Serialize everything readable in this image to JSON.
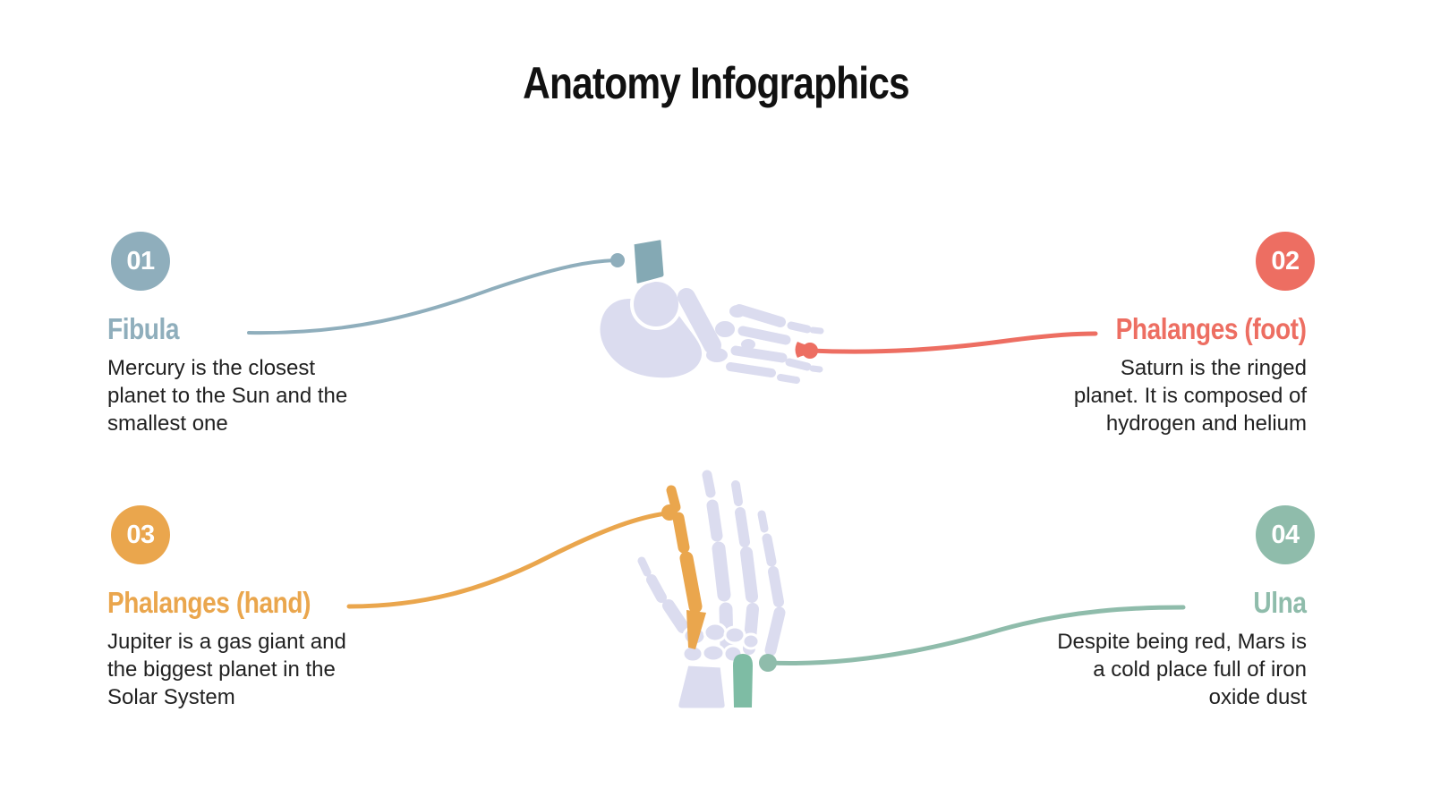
{
  "title": "Anatomy Infographics",
  "items": [
    {
      "number": "01",
      "label": "Fibula",
      "description": "Mercury is the closest planet to the Sun and the smallest one",
      "color": "#8FAEBC"
    },
    {
      "number": "02",
      "label": "Phalanges (foot)",
      "description": "Saturn is the ringed planet. It is composed of hydrogen and helium",
      "color": "#ED6E62"
    },
    {
      "number": "03",
      "label": "Phalanges (hand)",
      "description": "Jupiter is a gas giant and the biggest planet in the Solar System",
      "color": "#EAA64D"
    },
    {
      "number": "04",
      "label": "Ulna",
      "description": "Despite being red, Mars is a cold place full of iron oxide dust",
      "color": "#8FBCAB"
    }
  ],
  "illustrations": {
    "top": "foot-skeleton",
    "bottom": "hand-skeleton"
  },
  "bone_colors": {
    "base": "#DBDCEF",
    "fibula": "#84A9B4",
    "phalanx_foot": "#ED6E62",
    "phalanx_hand": "#EAA64D",
    "ulna": "#7EBCA4"
  }
}
